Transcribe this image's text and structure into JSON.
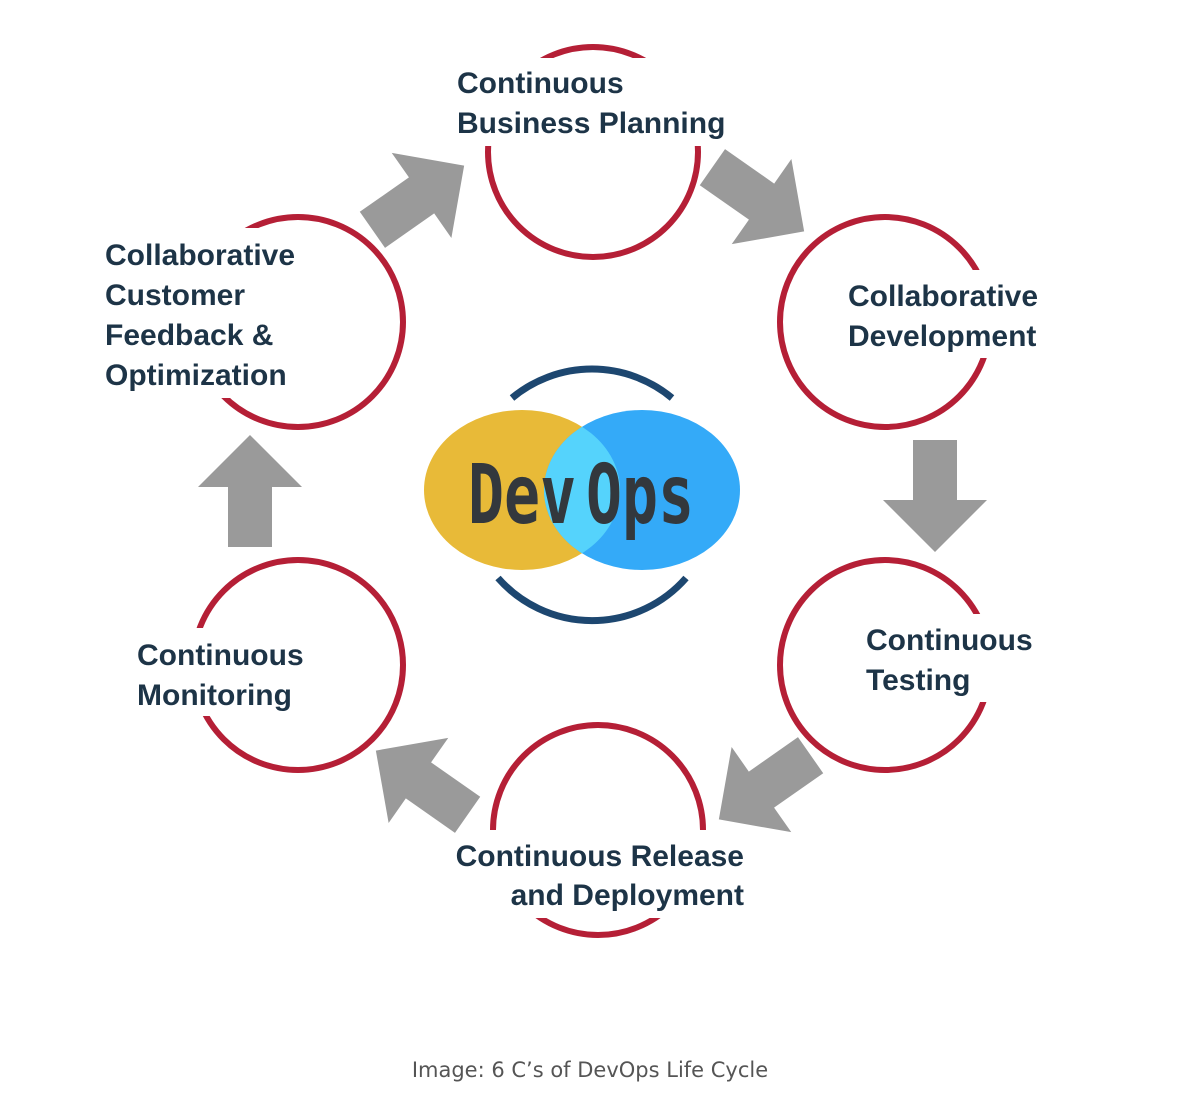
{
  "title": "6 C's of DevOps Life Cycle",
  "center_logo": {
    "part1": "Dev",
    "part2": "Ops"
  },
  "stages": [
    {
      "lines": [
        "Continuous",
        "Business Planning"
      ]
    },
    {
      "lines": [
        "Collaborative",
        "Development"
      ]
    },
    {
      "lines": [
        "Continuous",
        "Testing"
      ]
    },
    {
      "lines": [
        "Continuous Release",
        "and Deployment"
      ]
    },
    {
      "lines": [
        "Continuous",
        "Monitoring"
      ]
    },
    {
      "lines": [
        "Collaborative",
        "Customer",
        "Feedback &",
        "Optimization"
      ]
    }
  ],
  "caption": "Image: 6 C’s of DevOps Life Cycle",
  "colors": {
    "ring": "#b51f36",
    "arrow": "#9a9a9a",
    "text": "#1d3447",
    "yellow": "#e8ba38",
    "blue": "#34aaf8",
    "overlap": "#55d3fc",
    "navy": "#1d4770"
  }
}
